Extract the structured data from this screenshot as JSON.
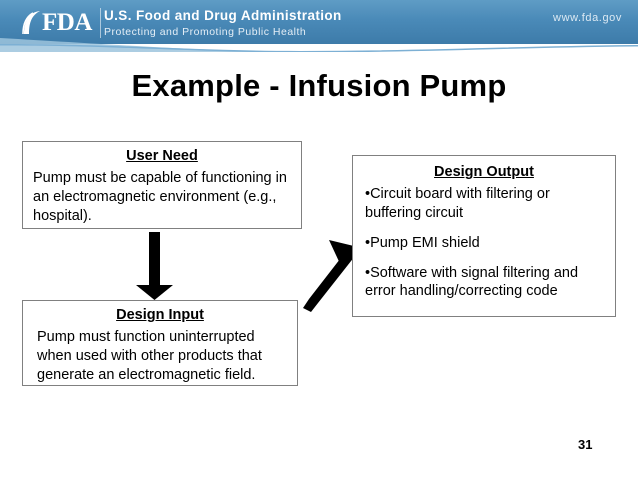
{
  "header": {
    "logo_text": "FDA",
    "agency_title": "U.S. Food and Drug Administration",
    "agency_subtitle": "Protecting and Promoting Public Health",
    "url": "www.fda.gov",
    "band_color": "#4a8ab8"
  },
  "slide": {
    "title": "Example - Infusion Pump",
    "page_number": "31"
  },
  "boxes": {
    "user_need": {
      "heading": "User Need",
      "body": "Pump must be capable of functioning in an electromagnetic environment (e.g., hospital)."
    },
    "design_input": {
      "heading": "Design Input",
      "body": "Pump must function uninterrupted when used with other products that generate an electromagnetic field."
    },
    "design_output": {
      "heading": "Design Output",
      "bullets": [
        "•Circuit board with filtering or buffering circuit",
        "•Pump EMI shield",
        "•Software with signal filtering and error handling/correcting code"
      ]
    }
  },
  "arrows": {
    "down_arrow_label": "user-need-to-design-input",
    "diagonal_arrow_label": "design-input-to-design-output",
    "color": "#000000"
  }
}
